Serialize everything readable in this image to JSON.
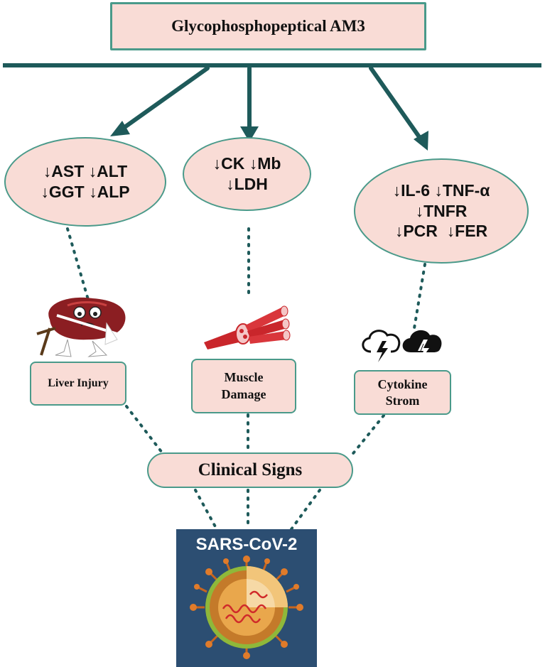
{
  "title": "Glycophosphopeptical AM3",
  "markers": {
    "liver": [
      "↓AST ↓ALT",
      "↓GGT ↓ALP"
    ],
    "muscle": [
      "↓CK ↓Mb",
      "↓LDH"
    ],
    "cytokine": [
      "↓IL-6 ↓TNF-α",
      "↓TNFR",
      "↓PCR  ↓FER"
    ]
  },
  "outcomes": {
    "liver": "Liver Injury",
    "muscle": [
      "Muscle",
      "Damage"
    ],
    "cytokine": [
      "Cytokine",
      "Strom"
    ]
  },
  "clinical": "Clinical Signs",
  "virus": "SARS-CoV-2",
  "colors": {
    "box_fill": "#f9dcd6",
    "box_border": "#4a9a8a",
    "arrow": "#1e5a5a",
    "dots": "#1e5a5a",
    "panel": "#2c4e72"
  }
}
